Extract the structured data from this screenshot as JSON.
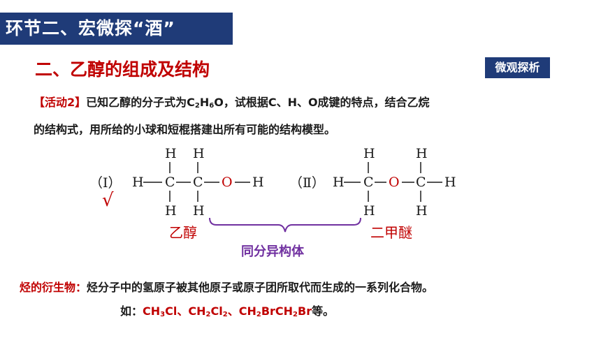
{
  "section_banner": "环节二、宏微探“酒”",
  "title": "二、乙醇的组成及结构",
  "badge": "微观探析",
  "activity": {
    "tag": "【活动2】",
    "text_1": "已知乙醇的分子式为C",
    "text_2": "H",
    "text_3": "O，试根据C、H、O成键的特点，结合乙烷",
    "text_4": "的结构式，用所给的小球和短棍搭建出所有可能的结构模型。",
    "sub_c": "2",
    "sub_h": "6"
  },
  "structures": {
    "label_1": "（Ⅰ）",
    "label_2": "（Ⅱ）",
    "check": "√",
    "name_1": "乙醇",
    "name_2": "二甲醚",
    "relation": "同分异构体",
    "atom_h": "H",
    "atom_c": "C",
    "atom_o": "O"
  },
  "derivative": {
    "label": "烃的衍生物：",
    "text": "烃分子中的氢原子被其他原子或原子团所取代而生成的一系列化合物。"
  },
  "examples": {
    "prefix": "如：",
    "ex1_a": "CH",
    "ex1_s": "3",
    "ex1_b": "Cl",
    "sep": "、",
    "ex2_a": "CH",
    "ex2_s1": "2",
    "ex2_b": "Cl",
    "ex2_s2": "2",
    "ex3_a": "CH",
    "ex3_s1": "2",
    "ex3_b": "BrCH",
    "ex3_s2": "2",
    "ex3_c": "Br",
    "suffix": "等。"
  },
  "colors": {
    "banner": "#1f3b78",
    "accent_red": "#c00000",
    "purple": "#7030a0"
  }
}
